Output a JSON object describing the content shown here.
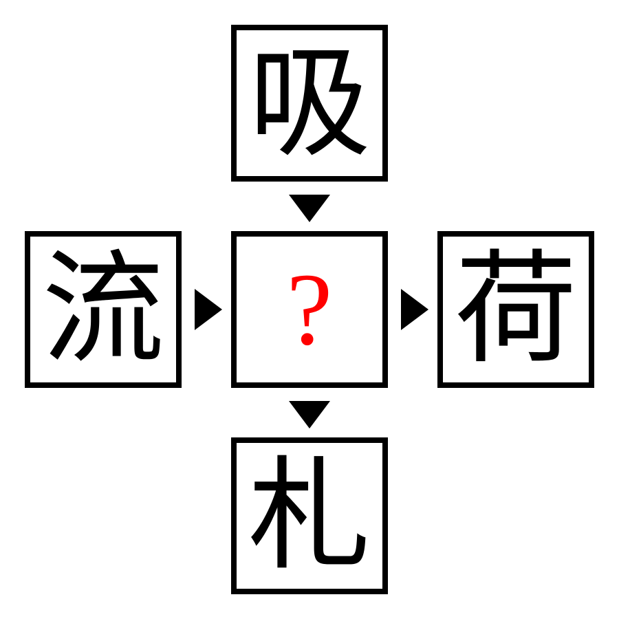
{
  "puzzle": {
    "top": "吸",
    "left": "流",
    "center": "?",
    "right": "荷",
    "bottom": "札"
  },
  "colors": {
    "border": "#000000",
    "kanji": "#000000",
    "question": "#ff0000",
    "background": "#ffffff"
  }
}
